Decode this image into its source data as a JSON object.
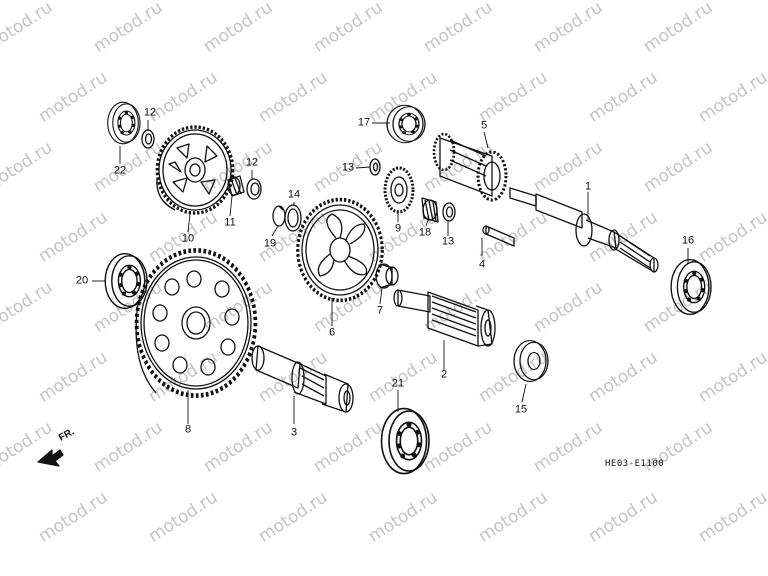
{
  "watermark": "motod.ru",
  "part_code": "HE03-E1100",
  "direction_label": "FR.",
  "callouts": {
    "c1": "1",
    "c2": "2",
    "c3": "3",
    "c4": "4",
    "c5": "5",
    "c6": "6",
    "c7": "7",
    "c8": "8",
    "c9": "9",
    "c10": "10",
    "c11": "11",
    "c12a": "12",
    "c12b": "12",
    "c13a": "13",
    "c13b": "13",
    "c14": "14",
    "c15": "15",
    "c16": "16",
    "c17": "17",
    "c18": "18",
    "c19": "19",
    "c20": "20",
    "c21": "21",
    "c22": "22"
  },
  "colors": {
    "line": "#111111",
    "watermark": "#c4c4c4",
    "background": "#ffffff"
  }
}
